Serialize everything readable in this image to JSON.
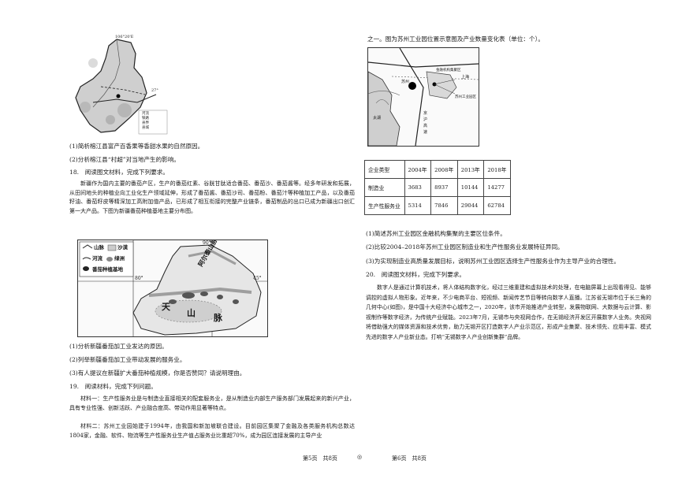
{
  "left": {
    "top_map": {
      "coord_top": "106°20'E",
      "coord_right": "27°",
      "legend": [
        "河流",
        "铁路",
        "县界",
        "县城"
      ]
    },
    "q17_sub": [
      "(1)简析榕江县富产百香果等香甜水果的自然原因。",
      "(2)分析榕江县“村超”对当地产生的影响。"
    ],
    "q18_title": "18.　阅读图文材料，完成下列要求。",
    "q18_text": "新疆作为国内主要的番茄产区，生产的番茄红素、谷胱甘肽适合番茄、番茄沙、番茄酱等。经多年研发和拓展，从田间地头的种植业向工业化生产领域延伸，形成了番茄酱、番茄沙司、番茄粉、番茄汁等种植加工产品，以及番茄籽油、番茄籽皮等精深加工高附加值产品，已形成了相互衔接的完整产业链条，番茄制品的出口已成为新疆出口创汇第一大产品。下图为新疆番茄种植基地主要分布图。",
    "xj_map": {
      "coord_90": "90°",
      "coord_80": "80°",
      "coord_45": "45°",
      "legend": [
        "山脉",
        "沙漠",
        "河流",
        "绿洲",
        "番茄种植基地"
      ],
      "labels": [
        "天",
        "山",
        "脉",
        "阿尔泰山脉"
      ]
    },
    "q18_sub": [
      "(1)分析新疆番茄加工业发达的原因。",
      "(2)列举新疆番茄加工业带动发展的服务业。",
      "(3)有人提议在新疆扩大番茄种植规模，你是否赞同？请说明理由。"
    ],
    "q19_title": "19.　阅读材料，完成下列问题。",
    "q19_m1": "材料一：生产性服务业是与制造业直接相关的配套服务业，是从制造业内部生产服务部门发展起来的新兴产业，具有专业性强、创新活跃、产业融合度高、带动作用显著等特点。",
    "q19_m2": "材料二：苏州工业园始建于1994年，由我国和新加坡联合建设。目前园区集聚了金融及各类服务机构总数达1804家，金融、软件、物流等生产性服务业生产值占服务业比重超70%，成为园区连接发展的主导产业"
  },
  "right": {
    "cont": "之一。图为苏州工业园位置示意图及产业数量变化表（单位：个）。",
    "sz_map": {
      "labels": [
        "苏州",
        "苏州工业园区",
        "金融机构集聚区",
        "上海",
        "太湖",
        "京",
        "沪",
        "高",
        "速"
      ]
    },
    "table": {
      "headers": [
        "企业类型",
        "2004年",
        "2008年",
        "2013年",
        "2018年"
      ],
      "rows": [
        [
          "制造业",
          "3683",
          "8937",
          "10144",
          "14277"
        ],
        [
          "生产性服务业",
          "5314",
          "7846",
          "29044",
          "62784"
        ]
      ]
    },
    "q19_sub": [
      "(1)简述苏州工业园区金融机构集聚的主要区位条件。",
      "(2)比较2004–2018年苏州工业园区制造业和生产性服务业发展特征异同。",
      "(3)为实现制造业高质量发展目标，说明苏州工业园区选择生产性服务业作为主导产业的合理性。"
    ],
    "q20_title": "20.　阅读图文材料，完成下列要求。",
    "q20_text": "数字人是通过计算机技术，将人体结构数字化，经过三维重建和虚拟技术的处理，在电脑屏幕上出现看得见、能够调控的虚拟人物形象。近年来，不少电商平台、短视频、新闻传艺节目等转向数字人直播。江苏省无锡市位于长三角的几何中心(如图)，是中国十大经济中心城市之一，2020年，该市开始推进产业转型，发展物联网、大数据与云计算、影视制作等数字经济，为传统产业赋能。2023年7月，无锡市与央视网合作，在无锡经济开发区开展数字人业务。央视网将借助强大的媒体资源和技术优势，助力无锡开区打造数字人产业示范区，形成产业集聚、技术领先、应用丰富、模式先进的数字人产业新业态。打响“无锡数字人产业创新集群”品牌。"
  },
  "footer": {
    "left": "第5页　共8页",
    "mid": "◎",
    "right": "第6页　共8页"
  }
}
